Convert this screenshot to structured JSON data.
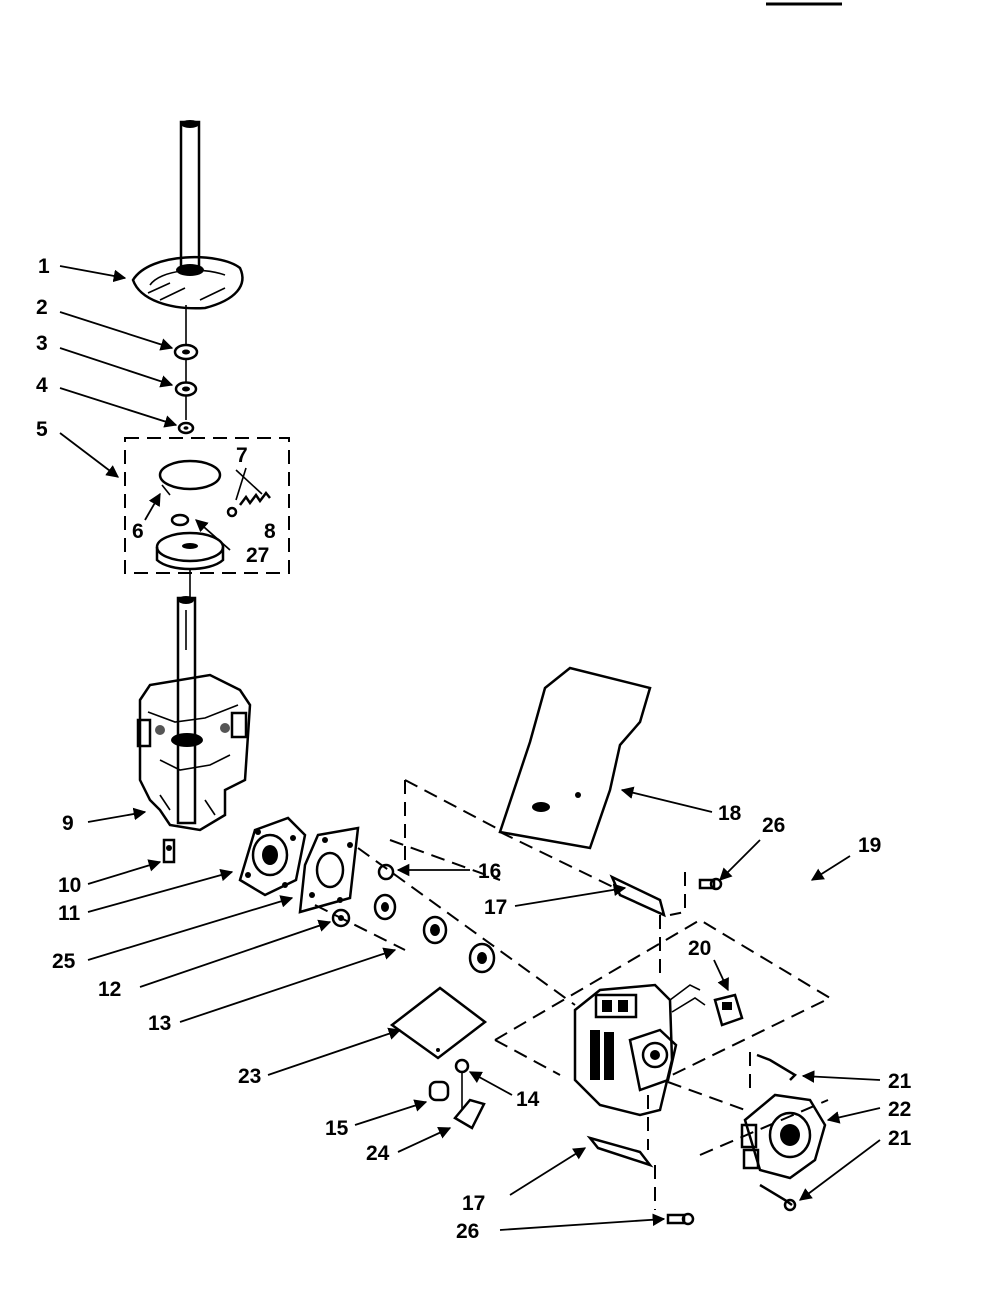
{
  "callouts": [
    {
      "id": "c1",
      "text": "1"
    },
    {
      "id": "c2",
      "text": "2"
    },
    {
      "id": "c3",
      "text": "3"
    },
    {
      "id": "c4",
      "text": "4"
    },
    {
      "id": "c5",
      "text": "5"
    },
    {
      "id": "c6",
      "text": "6"
    },
    {
      "id": "c7",
      "text": "7"
    },
    {
      "id": "c8",
      "text": "8"
    },
    {
      "id": "c27",
      "text": "27"
    },
    {
      "id": "c9",
      "text": "9"
    },
    {
      "id": "c10",
      "text": "10"
    },
    {
      "id": "c11",
      "text": "11"
    },
    {
      "id": "c25",
      "text": "25"
    },
    {
      "id": "c12",
      "text": "12"
    },
    {
      "id": "c13",
      "text": "13"
    },
    {
      "id": "c23",
      "text": "23"
    },
    {
      "id": "c15",
      "text": "15"
    },
    {
      "id": "c14",
      "text": "14"
    },
    {
      "id": "c24",
      "text": "24"
    },
    {
      "id": "c16",
      "text": "16"
    },
    {
      "id": "c17a",
      "text": "17"
    },
    {
      "id": "c18",
      "text": "18"
    },
    {
      "id": "c26a",
      "text": "26"
    },
    {
      "id": "c19",
      "text": "19"
    },
    {
      "id": "c20",
      "text": "20"
    },
    {
      "id": "c21a",
      "text": "21"
    },
    {
      "id": "c22",
      "text": "22"
    },
    {
      "id": "c21b",
      "text": "21"
    },
    {
      "id": "c17b",
      "text": "17"
    },
    {
      "id": "c26b",
      "text": "26"
    }
  ]
}
